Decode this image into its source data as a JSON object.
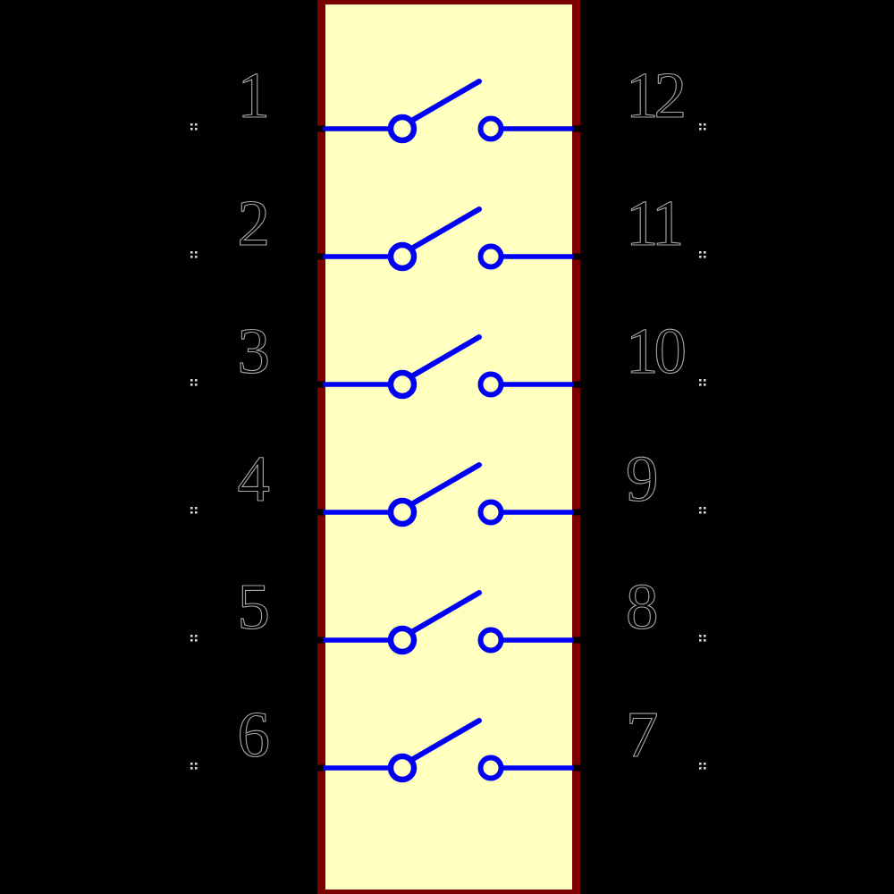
{
  "diagram": {
    "type": "schematic-symbol",
    "symbol_icon": "spst-open-switch-icon",
    "switch_count": 6,
    "colors": {
      "background": "#000000",
      "body_fill": "#ffffc0",
      "body_border": "#7d0000",
      "switch_blue": "#0000f5",
      "pin_number_outline": "#a8a8a8",
      "pin_number_fill": "#000000",
      "pin_endpoint_tick": "#d6d6d6",
      "pin_stub": "#000000"
    }
  },
  "switches": [
    {
      "left_pin": "1",
      "right_pin": "12",
      "state": "open"
    },
    {
      "left_pin": "2",
      "right_pin": "11",
      "state": "open"
    },
    {
      "left_pin": "3",
      "right_pin": "10",
      "state": "open"
    },
    {
      "left_pin": "4",
      "right_pin": "9",
      "state": "open"
    },
    {
      "left_pin": "5",
      "right_pin": "8",
      "state": "open"
    },
    {
      "left_pin": "6",
      "right_pin": "7",
      "state": "open"
    }
  ]
}
